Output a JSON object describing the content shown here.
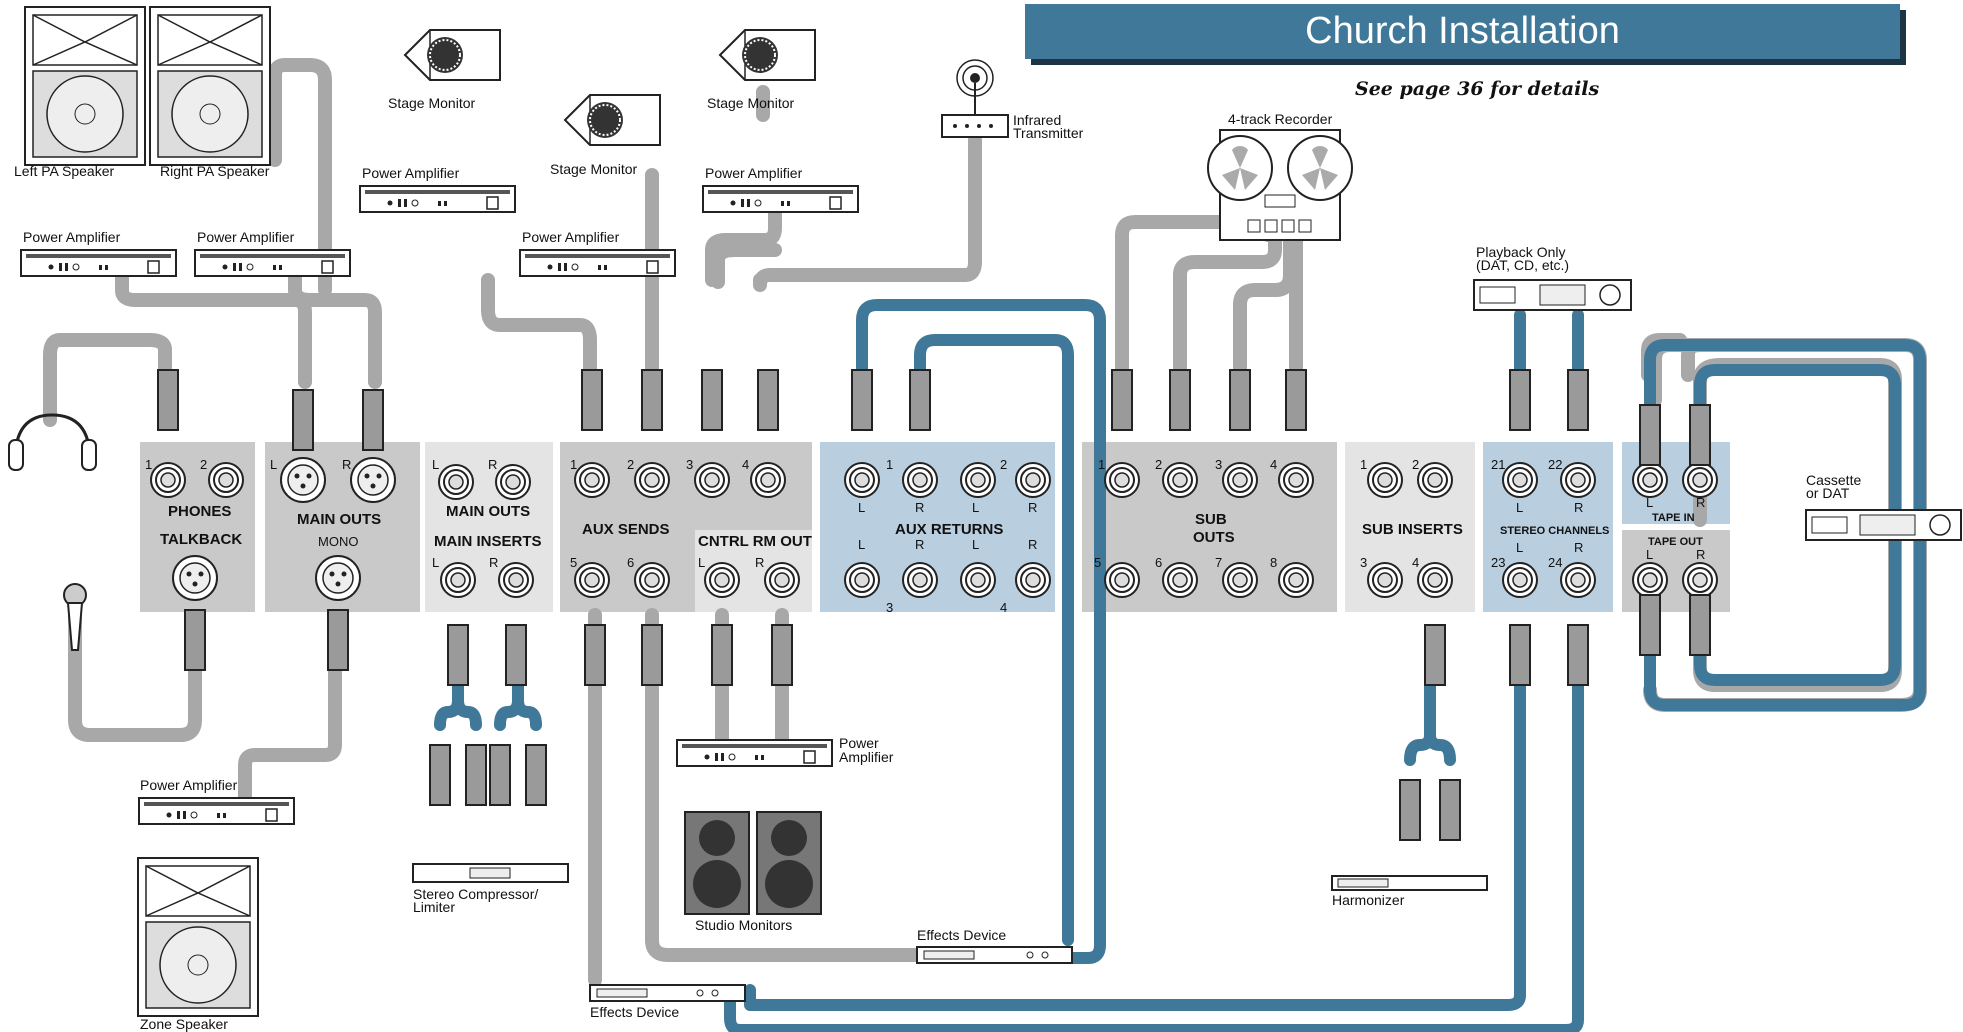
{
  "title": "Church Installation",
  "subtitle": "See page 36 for details",
  "colors": {
    "panel_gray": "#c9c9c9",
    "panel_light": "#e4e4e4",
    "panel_blue": "#b9cfe0",
    "cable_gray": "#a8a8a8",
    "cable_blue": "#3f7898",
    "title_bg": "#3f7898"
  },
  "devices": {
    "left_pa_speaker": "Left PA Speaker",
    "right_pa_speaker": "Right PA Speaker",
    "power_amplifier": "Power Amplifier",
    "power_amp_line1": "Power",
    "power_amp_line2": "Amplifier",
    "stage_monitor": "Stage Monitor",
    "infrared_line1": "Infrared",
    "infrared_line2": "Transmitter",
    "recorder": "4-track Recorder",
    "playback_line1": "Playback Only",
    "playback_line2": "(DAT, CD, etc.)",
    "cassette_line1": "Cassette",
    "cassette_line2": "or DAT",
    "zone_speaker": "Zone Speaker",
    "compressor_line1": "Stereo Compressor/",
    "compressor_line2": "Limiter",
    "studio_monitors": "Studio Monitors",
    "effects_device": "Effects Device",
    "harmonizer": "Harmonizer"
  },
  "sections": {
    "phones": "PHONES",
    "talkback": "TALKBACK",
    "main_outs": "MAIN OUTS",
    "mono": "MONO",
    "main_outs_2": "MAIN OUTS",
    "main_inserts": "MAIN INSERTS",
    "aux_sends": "AUX SENDS",
    "cntrl_rm_out": "CNTRL RM OUT",
    "aux_returns": "AUX RETURNS",
    "sub_outs_1": "SUB",
    "sub_outs_2": "OUTS",
    "sub_inserts": "SUB INSERTS",
    "stereo_channels": "STEREO CHANNELS",
    "tape_in": "TAPE IN",
    "tape_out": "TAPE OUT"
  },
  "jack_labels": {
    "n1": "1",
    "n2": "2",
    "n3": "3",
    "n4": "4",
    "n5": "5",
    "n6": "6",
    "n7": "7",
    "n8": "8",
    "n21": "21",
    "n22": "22",
    "n23": "23",
    "n24": "24",
    "L": "L",
    "R": "R"
  }
}
